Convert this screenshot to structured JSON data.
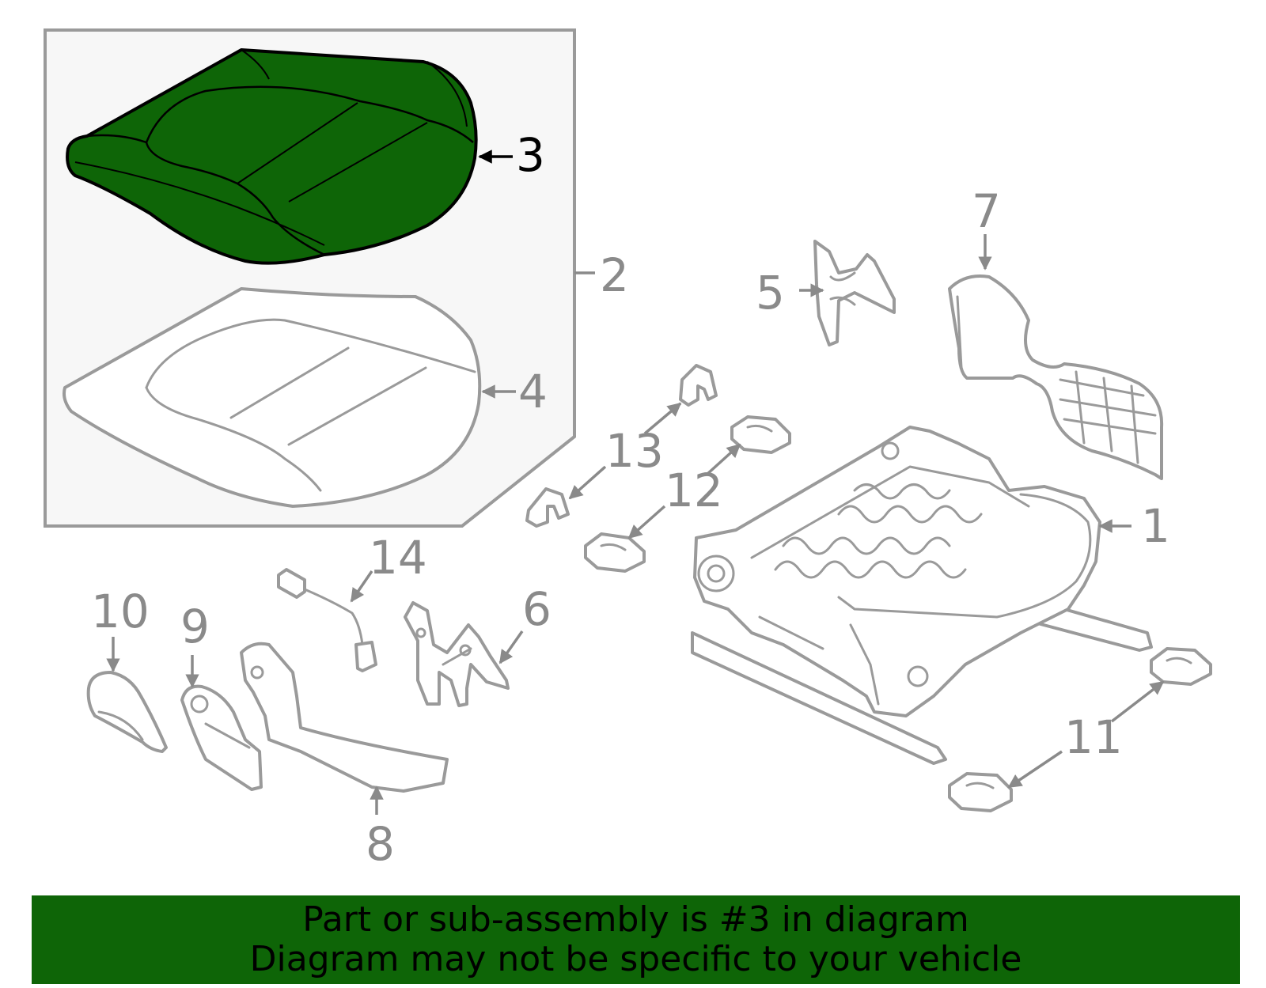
{
  "colors": {
    "highlight": "#0e6507",
    "part_stroke": "#9a9a9a",
    "label": "#8a8a8a",
    "highlight_label": "#000000",
    "group_box_fill": "#f7f7f7"
  },
  "diagram": {
    "highlighted_part": "3",
    "callouts": [
      "1",
      "2",
      "3",
      "4",
      "5",
      "6",
      "7",
      "8",
      "9",
      "10",
      "11",
      "12",
      "13",
      "14"
    ]
  },
  "banner": {
    "line1": "Part or sub-assembly is #3 in diagram",
    "line2": "Diagram may not be specific to your vehicle"
  }
}
